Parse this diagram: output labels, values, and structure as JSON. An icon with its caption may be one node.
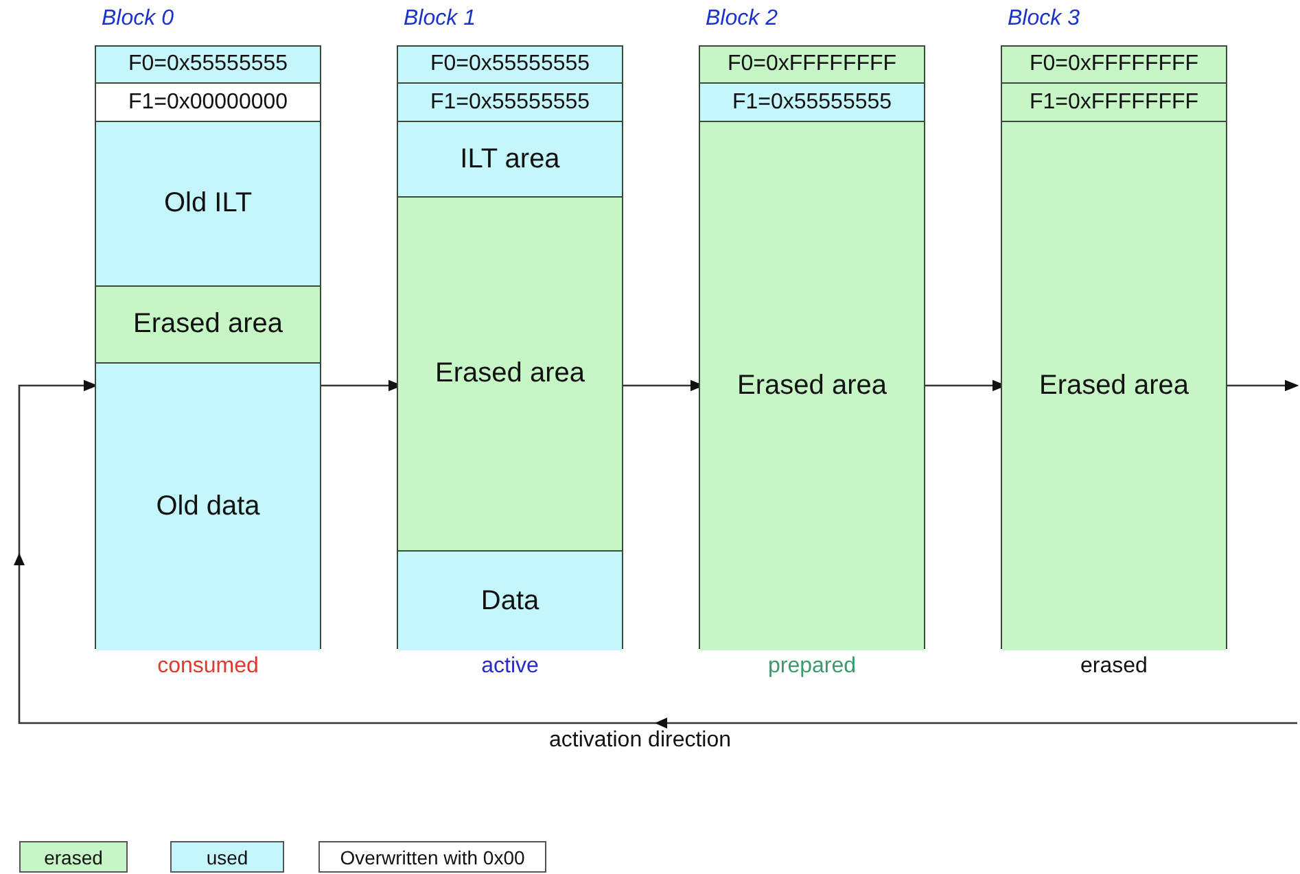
{
  "diagram": {
    "nodes": [
      {
        "text": [
          "Block 0"
        ],
        "beside": [
          "consumed"
        ]
      },
      {
        "text": [
          "F0=0x55555555"
        ],
        "in": 0
      },
      {
        "text": [
          "F1=0x00000000"
        ],
        "in": 0
      },
      {
        "text": [
          "Old ILT"
        ],
        "in": 0
      },
      {
        "text": [
          "Erased area"
        ],
        "in": 0
      },
      {
        "text": [
          "Old data"
        ],
        "in": 0
      },
      {
        "text": [
          "Block 1"
        ],
        "beside": [
          "active"
        ]
      },
      {
        "text": [
          "F0=0x55555555"
        ],
        "in": 6
      },
      {
        "text": [
          "F1=0x55555555"
        ],
        "in": 6
      },
      {
        "text": [
          "ILT area"
        ],
        "in": 6
      },
      {
        "text": [
          "Erased area"
        ],
        "in": 6
      },
      {
        "text": [
          "Data"
        ],
        "in": 6
      },
      {
        "text": [
          "Block 2"
        ],
        "beside": [
          "prepared"
        ]
      },
      {
        "text": [
          "F0=0xFFFFFFFF"
        ],
        "in": 12
      },
      {
        "text": [
          "F1=0x55555555"
        ],
        "in": 12
      },
      {
        "text": [
          "Erased area"
        ],
        "in": 12
      },
      {
        "text": [
          "Block 3"
        ],
        "beside": [
          "erased"
        ]
      },
      {
        "text": [
          "F0=0xFFFFFFFF"
        ],
        "in": 16
      },
      {
        "text": [
          "F1=0xFFFFFFFF"
        ],
        "in": 16
      },
      {
        "text": [
          "Erased area"
        ],
        "in": 16
      }
    ],
    "edges": [
      {
        "from": 0,
        "to": 6,
        "arrow": "to"
      },
      {
        "from": 6,
        "to": 12,
        "arrow": "to"
      },
      {
        "from": 12,
        "to": 16,
        "arrow": "to"
      },
      {
        "from": 16,
        "to": null,
        "arrow": "to"
      },
      {
        "from": null,
        "to": 0,
        "arrow": "to",
        "label": "activation direction"
      }
    ],
    "legend": [
      {
        "text": "erased",
        "color": "#c6f5c6"
      },
      {
        "text": "used",
        "color": "#c4f6fb"
      },
      {
        "text": "Overwritten with 0x00",
        "color": "#ffffff"
      }
    ]
  }
}
